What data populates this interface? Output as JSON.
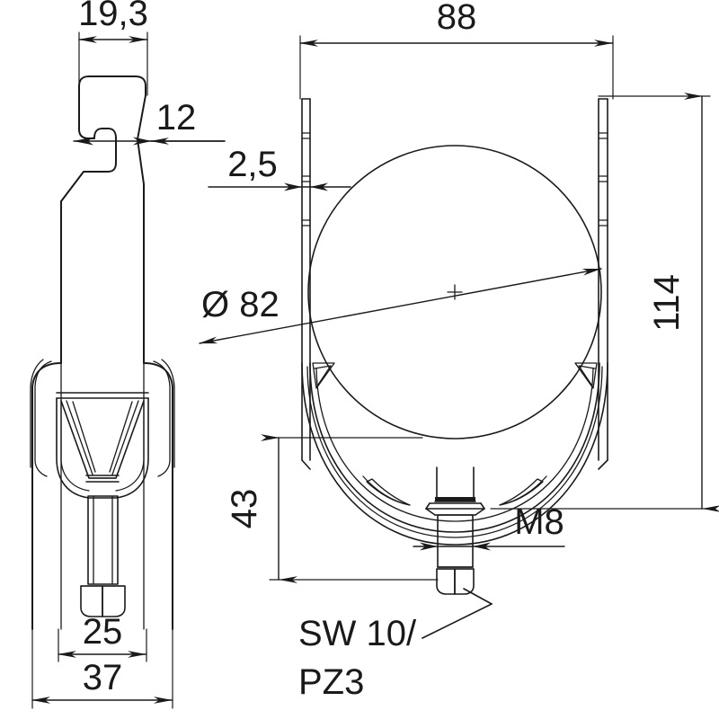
{
  "drawing": {
    "title": "Pipe clamp technical dimension drawing",
    "background_color": "#ffffff",
    "line_color": "#1a1a1a",
    "views": {
      "left": {
        "name": "side-profile-view"
      },
      "right": {
        "name": "front-view"
      }
    }
  },
  "dimensions": {
    "width_overall_left": "19,3",
    "rail_offset": "12",
    "strap_thickness": "2,5",
    "clamp_width": "88",
    "pipe_diameter": "Ø 82",
    "overall_height": "114",
    "bolt_height": "43",
    "thread_size": "M8",
    "base_width_inner": "25",
    "base_width_outer": "37"
  },
  "notes": {
    "drive_line1": "SW 10/",
    "drive_line2": "PZ3"
  },
  "symbols": {
    "diameter_symbol": "Ø",
    "decimal_separator": ","
  }
}
